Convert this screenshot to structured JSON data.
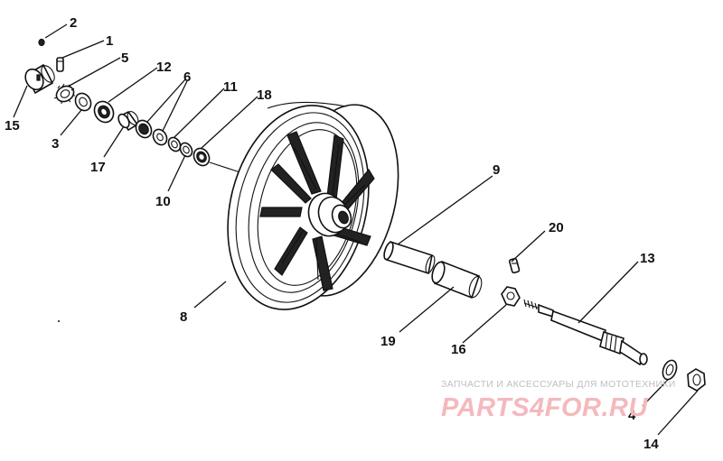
{
  "diagram": {
    "callouts": {
      "c1": "1",
      "c2": "2",
      "c3": "3",
      "c4": "4",
      "c5": "5",
      "c6": "6",
      "c8": "8",
      "c9": "9",
      "c10": "10",
      "c11": "11",
      "c12": "12",
      "c13": "13",
      "c14": "14",
      "c15": "15",
      "c16": "16",
      "c17": "17",
      "c18": "18",
      "c19": "19",
      "c20": "20"
    }
  },
  "watermark": {
    "caption": "ЗАПЧАСТИ И АКСЕССУАРЫ ДЛЯ МОТОТЕХНИКИ",
    "logo": "PARTS4FOR.RU",
    "logo_color": "#f4b9bd"
  }
}
